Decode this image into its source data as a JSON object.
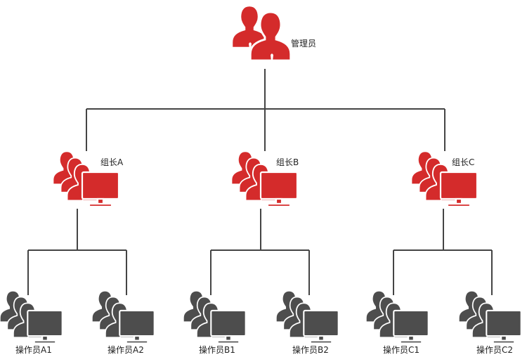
{
  "admin": {
    "label": "管理员"
  },
  "leaders": [
    {
      "label": "组长A"
    },
    {
      "label": "组长B"
    },
    {
      "label": "组长C"
    }
  ],
  "operators": [
    {
      "label": "操作员A1"
    },
    {
      "label": "操作员A2"
    },
    {
      "label": "操作员B1"
    },
    {
      "label": "操作员B2"
    },
    {
      "label": "操作员C1"
    },
    {
      "label": "操作员C2"
    }
  ],
  "colors": {
    "manager": "#d42b2b",
    "operator": "#4d4d4d",
    "line": "#444444"
  }
}
